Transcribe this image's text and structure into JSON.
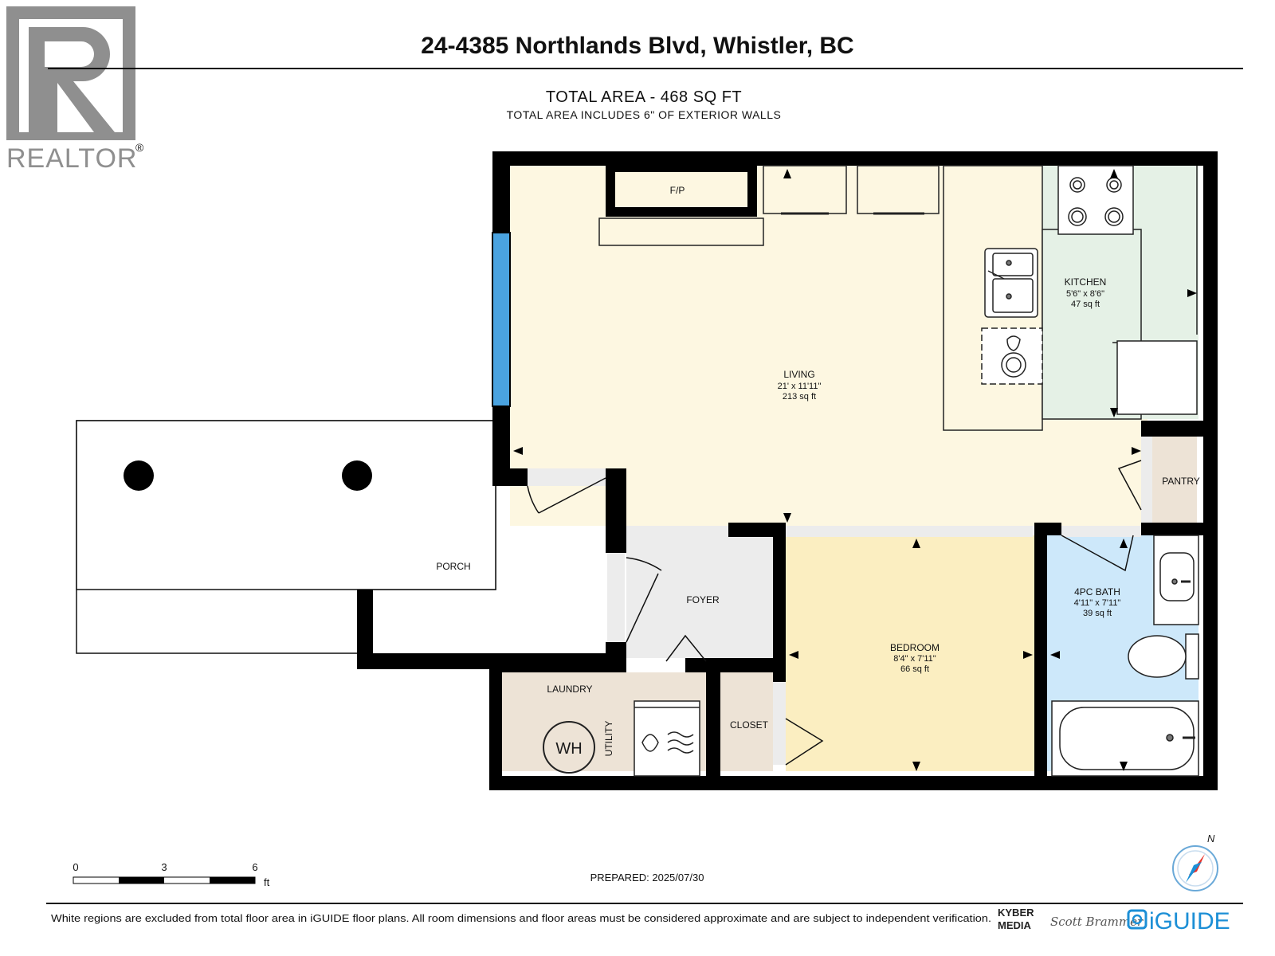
{
  "header": {
    "title": "24-4385 Northlands Blvd, Whistler, BC",
    "total_area": "TOTAL AREA - 468 SQ FT",
    "total_area_note": "TOTAL AREA INCLUDES 6\" OF EXTERIOR WALLS"
  },
  "logo": {
    "text": "REALTOR",
    "mark": "®"
  },
  "rooms": {
    "living": {
      "name": "LIVING",
      "dims": "21' x 11'11\"",
      "area": "213 sq ft"
    },
    "kitchen": {
      "name": "KITCHEN",
      "dims": "5'6\" x 8'6\"",
      "area": "47 sq ft"
    },
    "bedroom": {
      "name": "BEDROOM",
      "dims": "8'4\" x 7'11\"",
      "area": "66 sq ft"
    },
    "bath": {
      "name": "4PC BATH",
      "dims": "4'11\" x 7'11\"",
      "area": "39 sq ft"
    },
    "foyer": {
      "name": "FOYER"
    },
    "laundry": {
      "name": "LAUNDRY"
    },
    "utility": {
      "name": "UTILITY"
    },
    "closet": {
      "name": "CLOSET"
    },
    "pantry": {
      "name": "PANTRY"
    },
    "porch": {
      "name": "PORCH"
    },
    "fireplace": {
      "name": "F/P"
    },
    "water_heater": {
      "name": "WH"
    }
  },
  "scale": {
    "ticks": [
      "0",
      "3",
      "6"
    ],
    "unit": "ft"
  },
  "compass": {
    "label": "N"
  },
  "prepared": "PREPARED: 2025/07/30",
  "footer": {
    "disclaimer": "White regions are excluded from total floor area in iGUIDE floor plans. All room dimensions and floor areas must be considered approximate and are subject to independent verification.",
    "kyber_line1": "KYBER",
    "kyber_line2": "MEDIA",
    "signature": "Scott Brammer",
    "iguide": "iGUIDE"
  },
  "colors": {
    "wall": "#000000",
    "living": "#fdf7e1",
    "kitchen": "#e5f1e6",
    "bedroom": "#fbeec1",
    "bath": "#cde8fa",
    "foyer": "#ececec",
    "laundry": "#ede3d6",
    "closet": "#ede3d6",
    "pantry": "#ede3d6",
    "window": "#4aa3e0",
    "compass_needle": "#e8322b",
    "iguide_blue": "#1c8fd6"
  }
}
